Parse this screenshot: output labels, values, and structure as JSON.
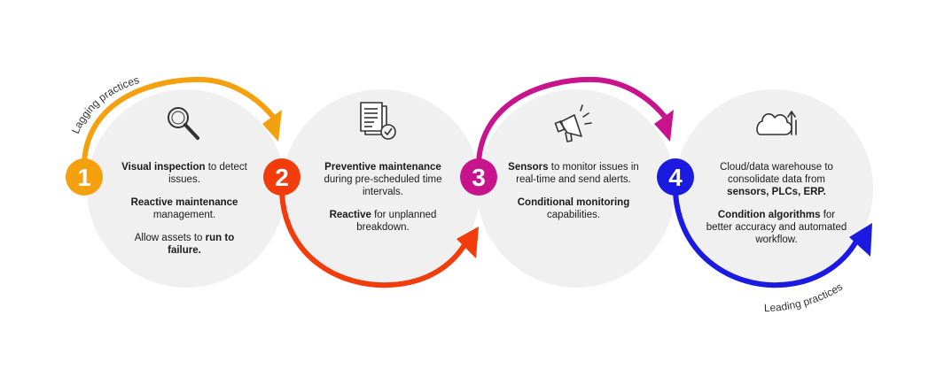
{
  "colors": {
    "circle_fill": "#f0f0f0",
    "step1": "#f5a00f",
    "step2": "#f23c0c",
    "step3": "#c8148c",
    "step4": "#1a1ae0",
    "icon_stroke": "#333333"
  },
  "labels": {
    "lagging": "Lagging practices",
    "leading": "Leading practices"
  },
  "steps": [
    {
      "number": "1",
      "icon": "magnifying-glass-icon",
      "blocks": [
        [
          {
            "t": "Visual inspection",
            "b": true
          },
          {
            "t": " to detect issues.",
            "b": false
          }
        ],
        [
          {
            "t": "Reactive maintenance",
            "b": true
          },
          {
            "t": " management.",
            "b": false
          }
        ],
        [
          {
            "t": "Allow assets to ",
            "b": false
          },
          {
            "t": "run to failure.",
            "b": true
          }
        ]
      ]
    },
    {
      "number": "2",
      "icon": "document-check-icon",
      "blocks": [
        [
          {
            "t": "Preventive maintenance",
            "b": true
          },
          {
            "t": " during pre-scheduled time intervals.",
            "b": false
          }
        ],
        [
          {
            "t": "Reactive",
            "b": true
          },
          {
            "t": " for unplanned breakdown.",
            "b": false
          }
        ]
      ]
    },
    {
      "number": "3",
      "icon": "megaphone-icon",
      "blocks": [
        [
          {
            "t": "Sensors",
            "b": true
          },
          {
            "t": " to monitor issues in real-time and send alerts.",
            "b": false
          }
        ],
        [
          {
            "t": "Conditional monitoring",
            "b": true
          },
          {
            "t": " capabilities.",
            "b": false
          }
        ]
      ]
    },
    {
      "number": "4",
      "icon": "cloud-upload-icon",
      "blocks": [
        [
          {
            "t": "Cloud/data warehouse to consolidate data from ",
            "b": false
          },
          {
            "t": "sensors, PLCs, ERP.",
            "b": true
          }
        ],
        [
          {
            "t": "Condition algorithms",
            "b": true
          },
          {
            "t": " for better accuracy and automated workflow.",
            "b": false
          }
        ]
      ]
    }
  ]
}
